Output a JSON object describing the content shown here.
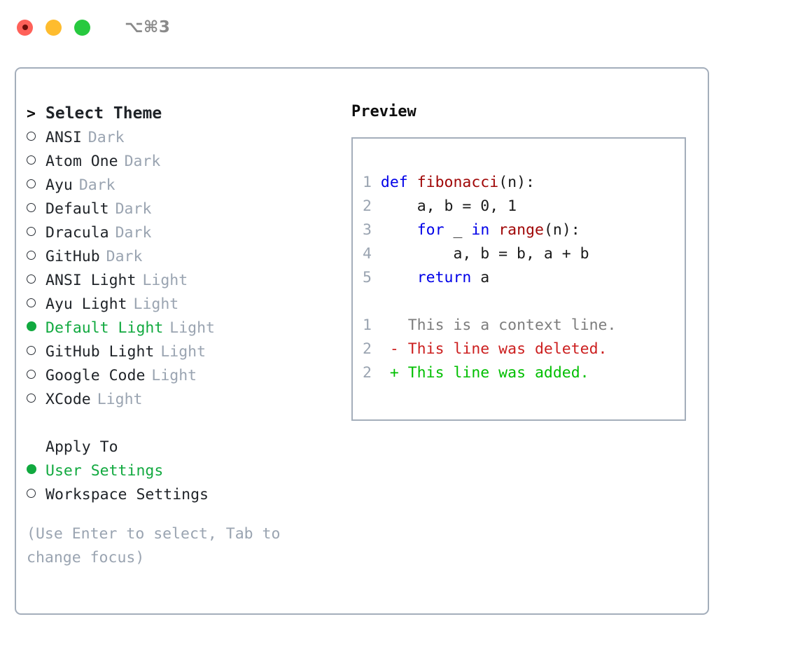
{
  "titlebar": {
    "shortcut": "⌥⌘3",
    "lights": [
      {
        "name": "close",
        "color": "#ff6159"
      },
      {
        "name": "minimize",
        "color": "#febc2e"
      },
      {
        "name": "maximize",
        "color": "#27c93f"
      }
    ]
  },
  "theme_picker": {
    "header_marker": ">",
    "header_label": "Select Theme",
    "items": [
      {
        "marker": "o",
        "label": "ANSI",
        "tag": "Dark",
        "selected": false
      },
      {
        "marker": "o",
        "label": "Atom One",
        "tag": "Dark",
        "selected": false
      },
      {
        "marker": "o",
        "label": "Ayu",
        "tag": "Dark",
        "selected": false
      },
      {
        "marker": "o",
        "label": "Default",
        "tag": "Dark",
        "selected": false
      },
      {
        "marker": "o",
        "label": "Dracula",
        "tag": "Dark",
        "selected": false
      },
      {
        "marker": "o",
        "label": "GitHub",
        "tag": "Dark",
        "selected": false
      },
      {
        "marker": "o",
        "label": "ANSI Light",
        "tag": "Light",
        "selected": false
      },
      {
        "marker": "o",
        "label": "Ayu Light",
        "tag": "Light",
        "selected": false
      },
      {
        "marker": "●",
        "label": "Default Light",
        "tag": "Light",
        "selected": true
      },
      {
        "marker": "o",
        "label": "GitHub Light",
        "tag": "Light",
        "selected": false
      },
      {
        "marker": "o",
        "label": "Google Code",
        "tag": "Light",
        "selected": false
      },
      {
        "marker": "o",
        "label": "XCode",
        "tag": "Light",
        "selected": false
      }
    ]
  },
  "apply_to": {
    "header_label": "Apply To",
    "items": [
      {
        "marker": "●",
        "label": "User Settings",
        "selected": true
      },
      {
        "marker": "o",
        "label": "Workspace Settings",
        "selected": false
      }
    ]
  },
  "hint": "(Use Enter to select, Tab to change focus)",
  "preview": {
    "title": "Preview",
    "code_lines": [
      {
        "lineno": "1",
        "indent": "",
        "tokens": [
          {
            "t": "def",
            "c": "kw"
          },
          {
            "t": " ",
            "c": "txt"
          },
          {
            "t": "fibonacci",
            "c": "fn"
          },
          {
            "t": "(n):",
            "c": "txt"
          }
        ]
      },
      {
        "lineno": "2",
        "indent": "    ",
        "tokens": [
          {
            "t": "a, b = 0, 1",
            "c": "txt"
          }
        ]
      },
      {
        "lineno": "3",
        "indent": "    ",
        "tokens": [
          {
            "t": "for",
            "c": "kw"
          },
          {
            "t": " _ ",
            "c": "txt"
          },
          {
            "t": "in",
            "c": "kw"
          },
          {
            "t": " ",
            "c": "txt"
          },
          {
            "t": "range",
            "c": "fn"
          },
          {
            "t": "(n):",
            "c": "txt"
          }
        ]
      },
      {
        "lineno": "4",
        "indent": "        ",
        "tokens": [
          {
            "t": "a, b = b, a + b",
            "c": "txt"
          }
        ]
      },
      {
        "lineno": "5",
        "indent": "    ",
        "tokens": [
          {
            "t": "return",
            "c": "kw"
          },
          {
            "t": " a",
            "c": "txt"
          }
        ]
      }
    ],
    "diff_lines": [
      {
        "lineno": "1",
        "sign": " ",
        "text": "This is a context line.",
        "kind": "ctx"
      },
      {
        "lineno": "2",
        "sign": "-",
        "text": "This line was deleted.",
        "kind": "del"
      },
      {
        "lineno": "2",
        "sign": "+",
        "text": "This line was added.",
        "kind": "add"
      }
    ]
  },
  "colors": {
    "selected_green": "#11a93f",
    "dim_text": "#9aa4b1",
    "border": "#a4aebb",
    "keyword_blue": "#0000e8",
    "function_red": "#a00707",
    "diff_deleted": "#cc1f1f",
    "diff_added": "#00bf00"
  }
}
